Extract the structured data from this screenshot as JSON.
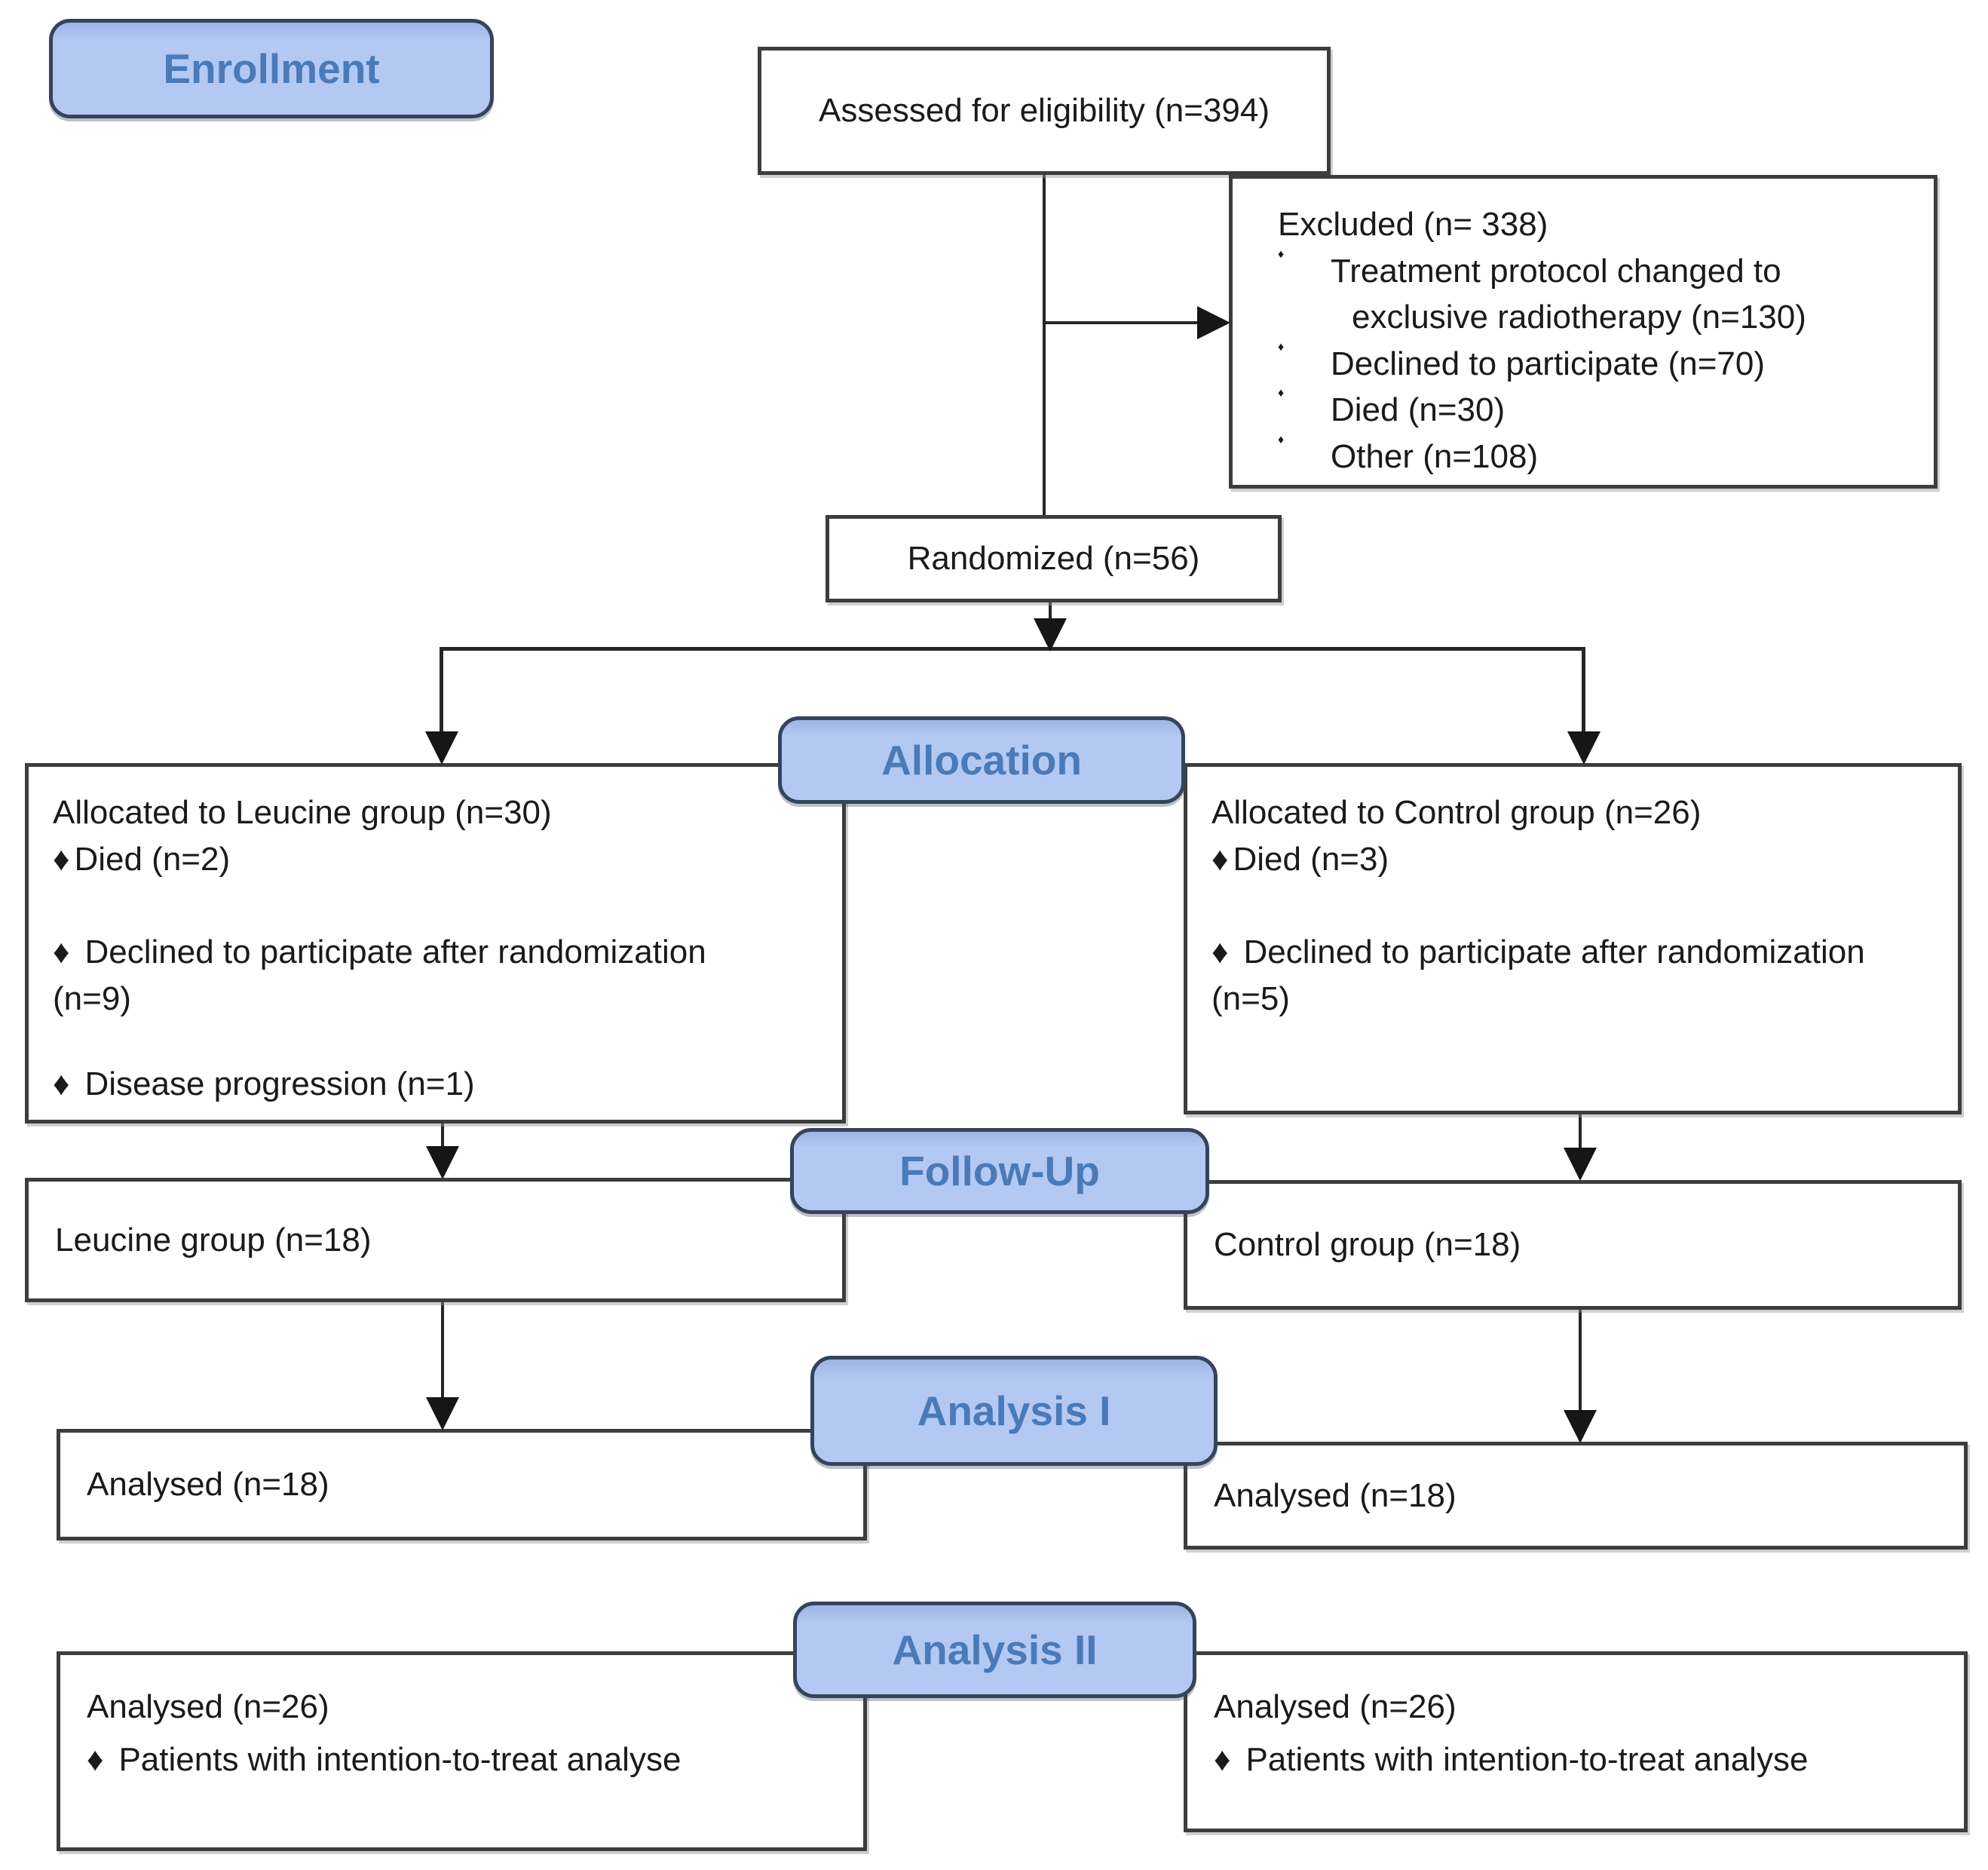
{
  "bullet_glyph": "♦",
  "stage_labels": {
    "enrollment": "Enrollment",
    "allocation": "Allocation",
    "follow_up": "Follow-Up",
    "analysis_1": "Analysis I",
    "analysis_2": "Analysis II"
  },
  "boxes": {
    "assessed": {
      "text": "Assessed for eligibility (n=394)"
    },
    "excluded": {
      "title": "Excluded (n= 338)",
      "items": [
        {
          "lines": [
            "Treatment protocol changed to",
            "exclusive radiotherapy (n=130)"
          ]
        },
        {
          "lines": [
            "Declined to participate (n=70)"
          ]
        },
        {
          "lines": [
            "Died (n=30)"
          ]
        },
        {
          "lines": [
            "Other (n=108)"
          ]
        }
      ]
    },
    "randomized": {
      "text": "Randomized (n=56)"
    },
    "alloc_left": {
      "title": "Allocated to Leucine group (n=30)",
      "items": [
        {
          "lines": [
            "Died (n=2)"
          ]
        },
        {
          "lines": [
            "Declined to participate after randomization",
            "(n=9)"
          ]
        },
        {
          "lines": [
            "Disease progression (n=1)"
          ]
        }
      ]
    },
    "alloc_right": {
      "title": "Allocated to Control group (n=26)",
      "items": [
        {
          "lines": [
            "Died (n=3)"
          ]
        },
        {
          "lines": [
            "Declined to participate after randomization",
            "(n=5)"
          ]
        }
      ]
    },
    "followup_left": {
      "text": "Leucine group (n=18)"
    },
    "followup_right": {
      "text": "Control group (n=18)"
    },
    "analysis1_left": {
      "text": "Analysed (n=18)"
    },
    "analysis1_right": {
      "text": "Analysed (n=18)"
    },
    "analysis2_left": {
      "title": "Analysed (n=26)",
      "items": [
        {
          "lines": [
            "Patients with intention-to-treat analyse"
          ]
        }
      ]
    },
    "analysis2_right": {
      "title": "Analysed (n=26)",
      "items": [
        {
          "lines": [
            "Patients with intention-to-treat analyse"
          ]
        }
      ]
    }
  },
  "colors": {
    "pill_fill": "#b3c9f3",
    "pill_border": "#35445c",
    "pill_text": "#4a7ab8",
    "box_border": "#3d3d3d",
    "line": "#262626"
  }
}
